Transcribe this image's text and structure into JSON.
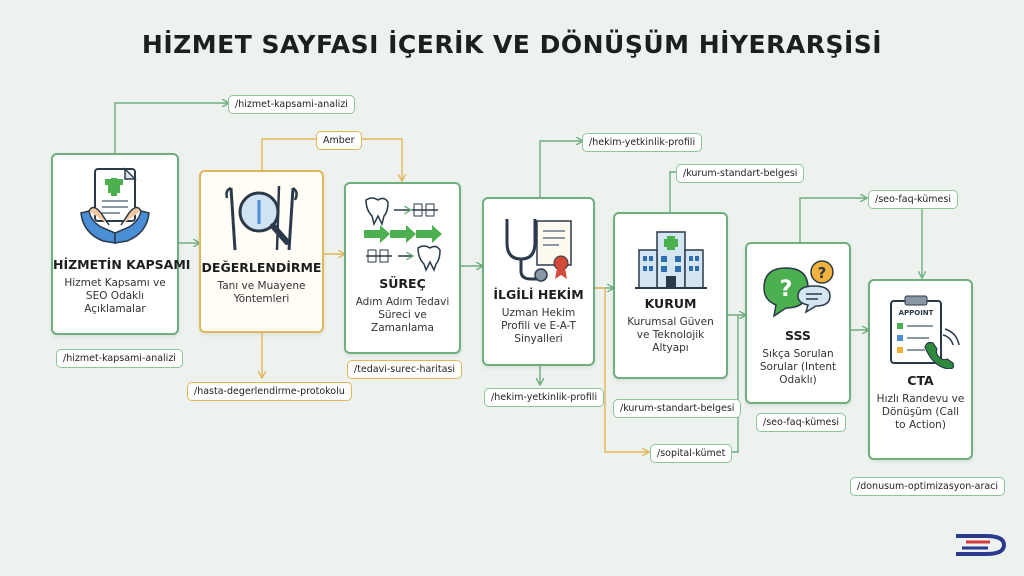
{
  "title": "HİZMET SAYFASI İÇERİK VE DÖNÜŞÜM HİYERARŞİSİ",
  "colors": {
    "green": "#6fae7e",
    "amber": "#e2b65a",
    "background": "#eef2ef",
    "logo": "#2a3a8f"
  },
  "cards": [
    {
      "icon": "document-hands-icon",
      "title": "HİZMETİN KAPSAMI",
      "subtitle": "Hizmet Kapsamı ve SEO Odaklı Açıklamalar"
    },
    {
      "icon": "dental-instruments-magnifier-icon",
      "title": "DEĞERLENDİRME",
      "subtitle": "Tanı ve Muayene Yöntemleri"
    },
    {
      "icon": "tooth-process-icon",
      "title": "SÜREÇ",
      "subtitle": "Adım Adım Tedavi Süreci ve Zamanlama"
    },
    {
      "icon": "stethoscope-certificate-icon",
      "title": "İLGİLİ HEKİM",
      "subtitle": "Uzman Hekim Profili ve E-A-T Sinyalleri"
    },
    {
      "icon": "hospital-building-icon",
      "title": "KURUM",
      "subtitle": "Kurumsal Güven ve Teknolojik Altyapı"
    },
    {
      "icon": "question-bubbles-icon",
      "title": "SSS",
      "subtitle": "Sıkça Sorulan Sorular (Intent Odaklı)"
    },
    {
      "icon": "appointment-clipboard-phone-icon",
      "title": "CTA",
      "subtitle": "Hızlı Randevu ve Dönüşüm (Call to Action)",
      "clipboard_text": "APPOINT"
    }
  ],
  "tags": {
    "hizmet_top": "/hizmet-kapsami-analizi",
    "hizmet_bottom": "/hizmet-kapsami-analizi",
    "amber": "Amber",
    "degerlendirme_bottom": "/hasta-degerlendirme-protokolu",
    "surec_bottom": "/tedavi-surec-haritasi",
    "hekim_top": "/hekim-yetkinlik-profili",
    "hekim_bottom": "/hekim-yetkinlik-profili",
    "kurum_top": "/kurum-standart-belgesi",
    "kurum_bottom": "/kurum-standart-belgesi",
    "sopital": "/sopital-kümet",
    "sss_top": "/seo-faq-kümesi",
    "sss_bottom": "/seo-faq-kümesi",
    "cta_bottom": "/donusum-optimizasyon-araci"
  }
}
